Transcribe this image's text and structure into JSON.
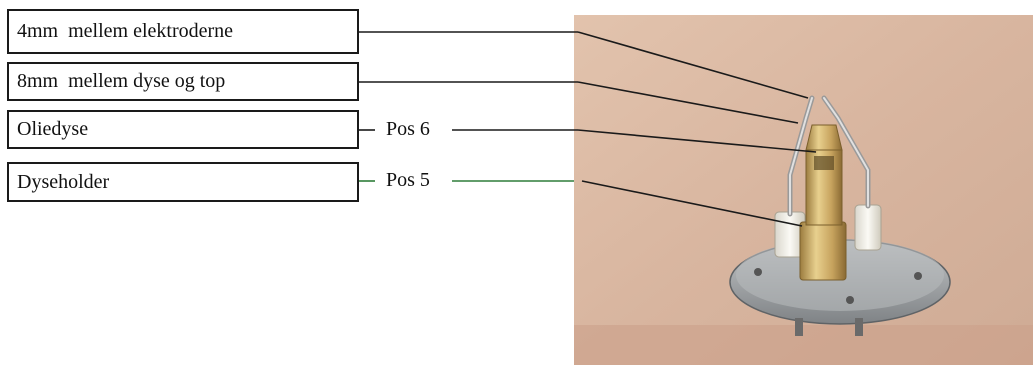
{
  "labels": [
    {
      "text": "4mm  mellem elektroderne"
    },
    {
      "text": "8mm  mellem dyse og top"
    },
    {
      "text": "Oliedyse",
      "pos": "Pos 6"
    },
    {
      "text": "Dyseholder",
      "pos": "Pos 5"
    }
  ],
  "photo": {
    "subject": "oil burner nozzle assembly photo",
    "colors": {
      "background": "#d9b8a4",
      "brass": "#c9a865",
      "plate": "#9ea1a3",
      "electrode": "#c8c8c8"
    }
  },
  "leader_colors": {
    "default": "#1a1a1a",
    "pos5": "#2e7d3a"
  }
}
